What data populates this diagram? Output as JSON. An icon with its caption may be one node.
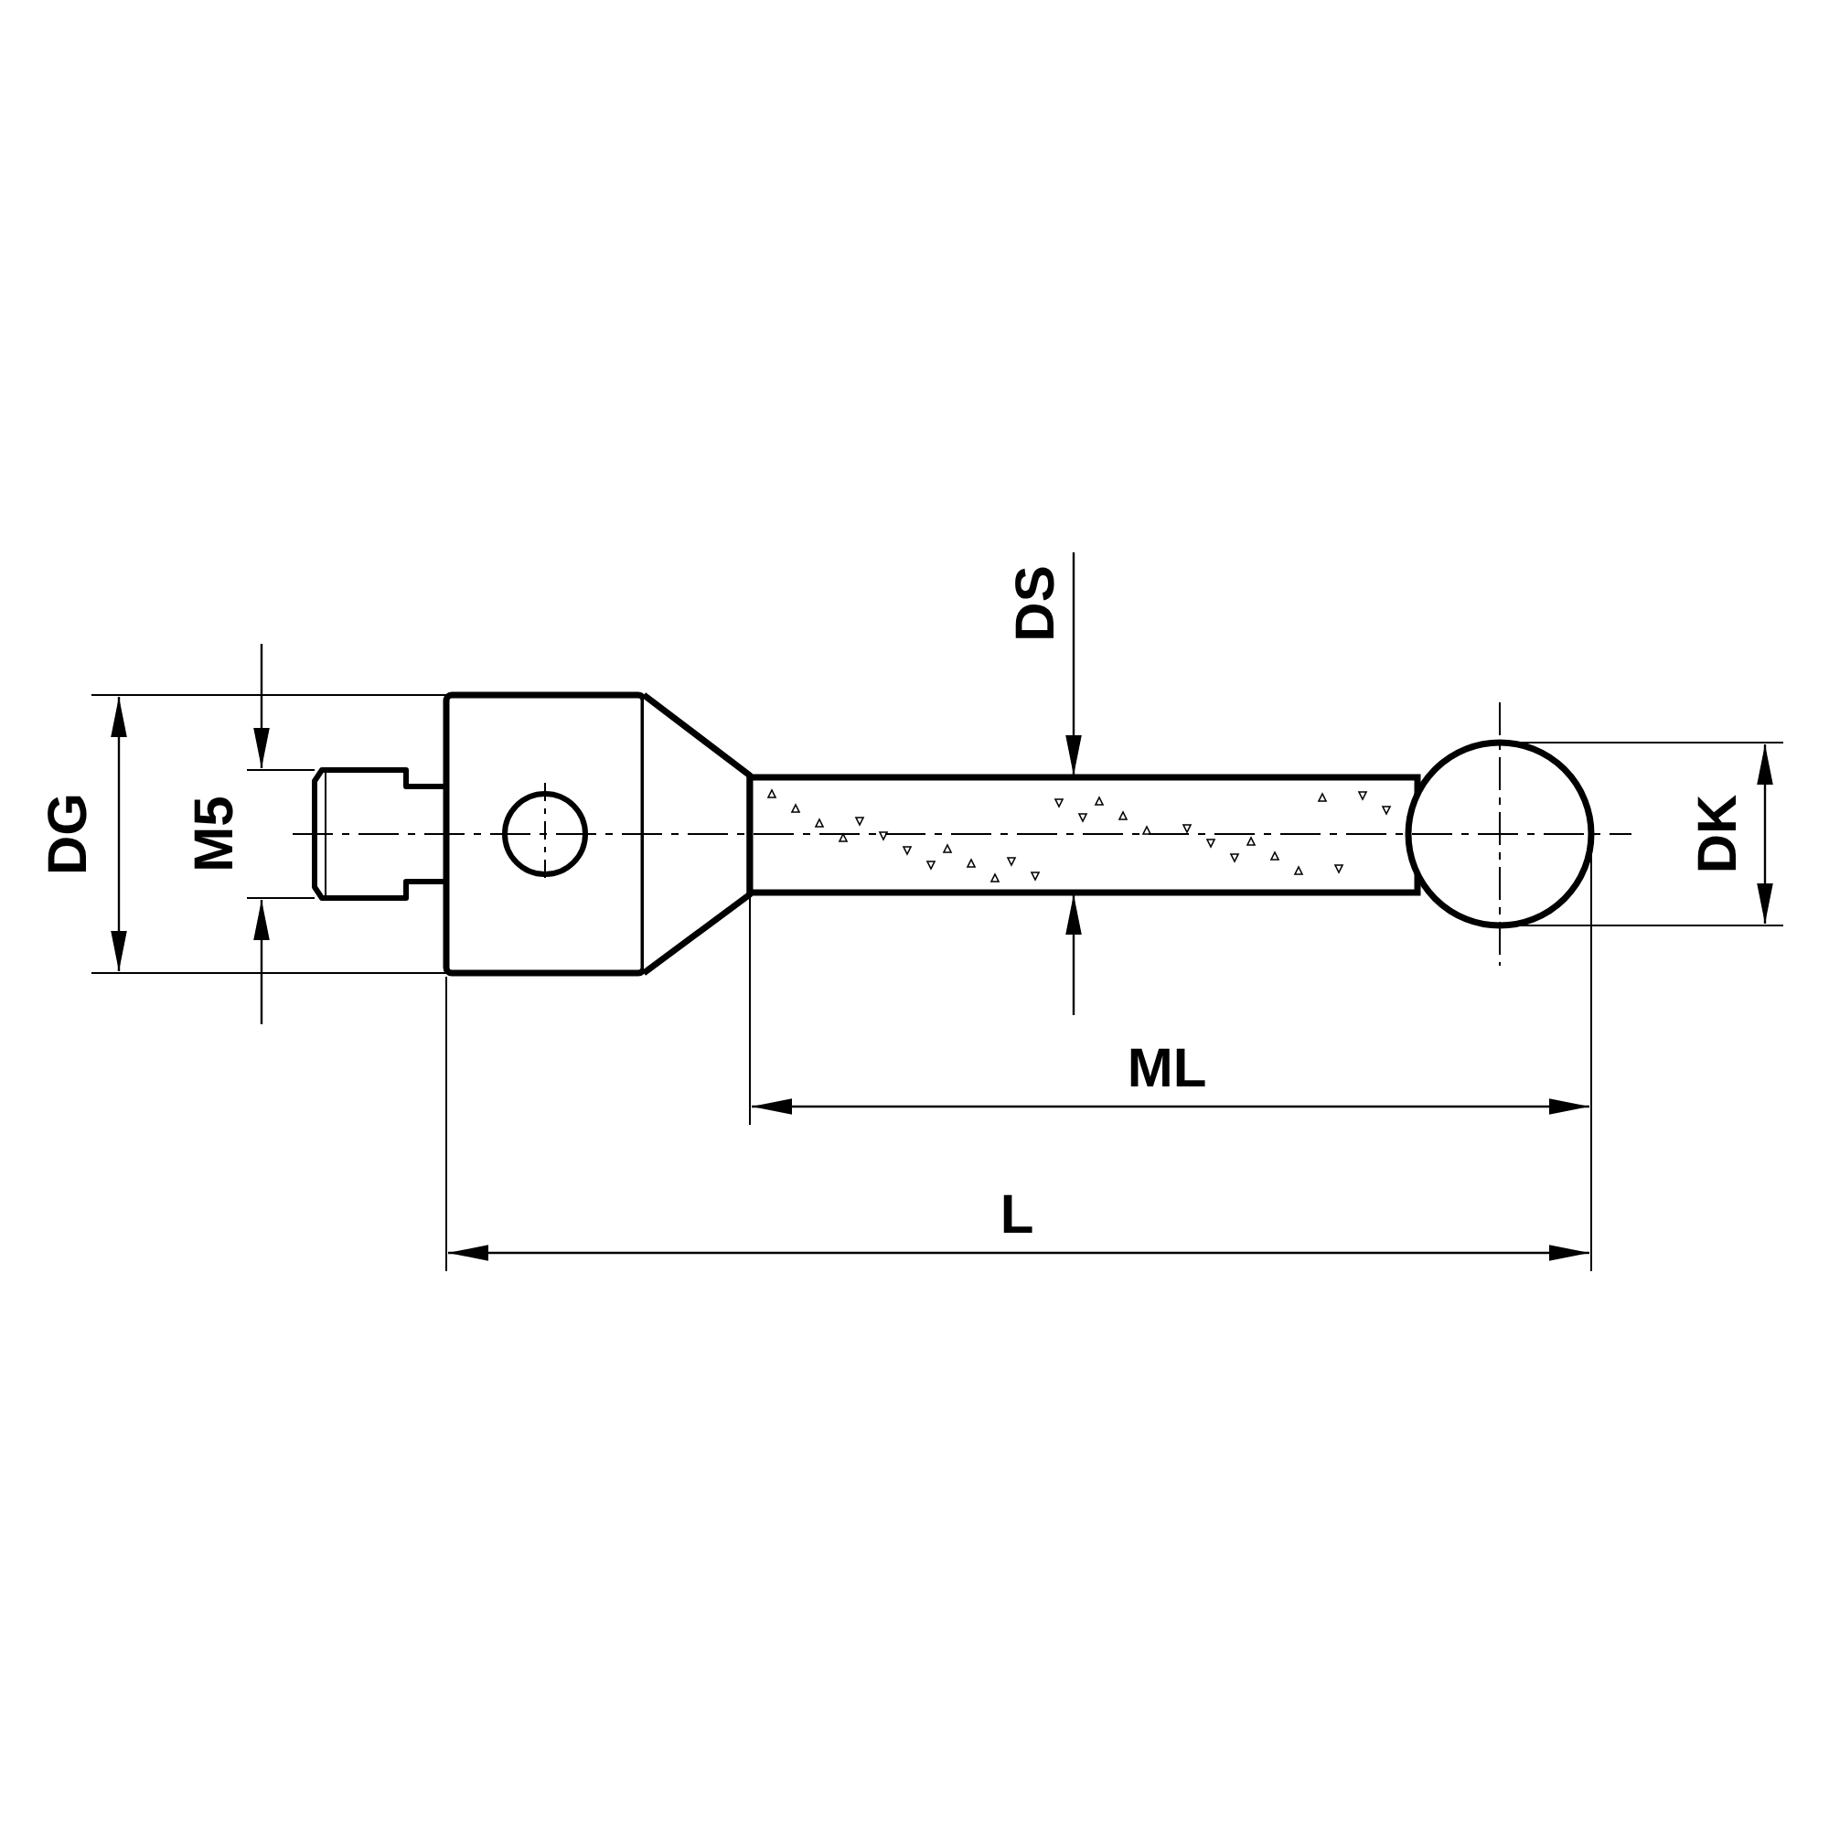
{
  "diagram": {
    "labels": [
      "DS",
      "DG",
      "M5",
      "DK",
      "ML",
      "L"
    ]
  }
}
